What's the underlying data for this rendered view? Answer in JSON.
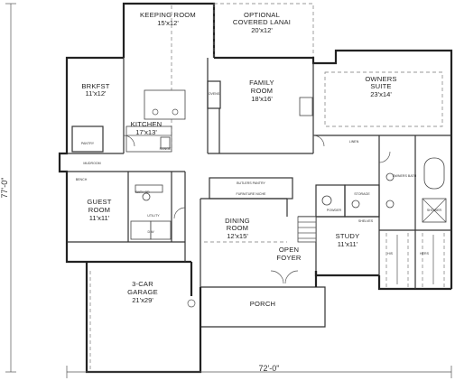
{
  "rooms": [
    {
      "id": "keeping-room",
      "name": "KEEPING ROOM",
      "size": "15'x12'"
    },
    {
      "id": "covered-lanai",
      "name": "OPTIONAL|COVERED LANAI",
      "size": "20'x12'"
    },
    {
      "id": "brkfst",
      "name": "BRKFST",
      "size": "11'x12'"
    },
    {
      "id": "family-room",
      "name": "FAMILY|ROOM",
      "size": "18'x16'"
    },
    {
      "id": "owners-suite",
      "name": "OWNERS|SUITE",
      "size": "23'x14'"
    },
    {
      "id": "kitchen",
      "name": "KITCHEN",
      "size": "17'x13'"
    },
    {
      "id": "guest-room",
      "name": "GUEST|ROOM",
      "size": "11'x11'"
    },
    {
      "id": "dining-room",
      "name": "DINING|ROOM",
      "size": "12'x15'"
    },
    {
      "id": "study",
      "name": "STUDY",
      "size": "11'x11'"
    },
    {
      "id": "open-foyer",
      "name": "OPEN|FOYER",
      "size": ""
    },
    {
      "id": "garage",
      "name": "3-CAR|GARAGE",
      "size": "21'x29'"
    },
    {
      "id": "porch",
      "name": "PORCH",
      "size": ""
    }
  ],
  "labels": {
    "pantry": "PANTRY",
    "mudroom": "MUDROOM",
    "bench": "BENCH",
    "bath_br": "BATH BR",
    "utility": "UTILITY",
    "wd": "D   W",
    "butlers_pantry": "BUTLERS PANTRY",
    "furniture_niche": "FURNITURE NICHE",
    "storage": "STORAGE",
    "powder": "POWDER",
    "owners_bath": "OWNERS BATH",
    "his": "HIS",
    "hers": "HERS",
    "linen": "LINEN",
    "shelves": "SHELVES",
    "wh": "WH",
    "dw": "DW",
    "ref": "REF",
    "range": "RANGE",
    "ovens": "OVENS",
    "shower": "SHOWER"
  },
  "dimensions": {
    "overall_width": "72'-0\"",
    "overall_depth": "77'-0\""
  }
}
